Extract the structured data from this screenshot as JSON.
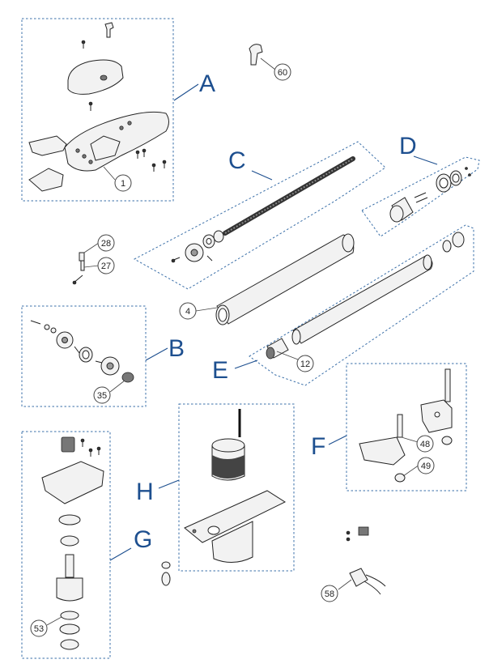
{
  "groups": [
    {
      "letter": "A"
    },
    {
      "letter": "B"
    },
    {
      "letter": "C"
    },
    {
      "letter": "D"
    },
    {
      "letter": "E"
    },
    {
      "letter": "F"
    },
    {
      "letter": "G"
    },
    {
      "letter": "H"
    }
  ],
  "callouts": [
    "1",
    "4",
    "12",
    "27",
    "28",
    "35",
    "48",
    "49",
    "53",
    "58",
    "60"
  ],
  "colors": {
    "group_outline": "#3a6fa8",
    "letters": "#1d4f8f"
  }
}
